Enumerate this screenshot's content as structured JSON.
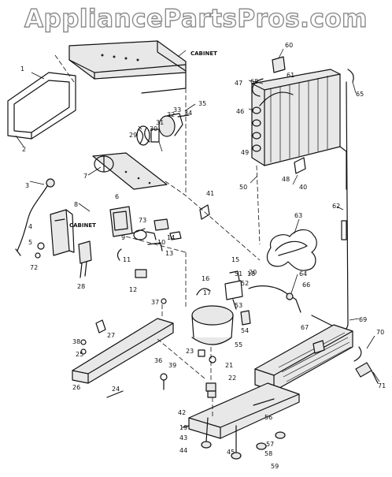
{
  "watermark": "AppliancePartsPros.com",
  "callouts": [
    "1",
    "2",
    "3",
    "4",
    "5",
    "6",
    "7",
    "8",
    "9",
    "10",
    "11",
    "12",
    "13",
    "14",
    "15",
    "16",
    "17",
    "18",
    "19",
    "20",
    "21",
    "22",
    "23",
    "24",
    "25",
    "26",
    "27",
    "28",
    "29",
    "30",
    "31",
    "32",
    "33",
    "34",
    "35",
    "36",
    "37",
    "38",
    "39",
    "40",
    "41",
    "42",
    "43",
    "44",
    "45",
    "46",
    "47",
    "48",
    "49",
    "50",
    "51",
    "52",
    "53",
    "54",
    "55",
    "56",
    "57",
    "58",
    "59",
    "60",
    "61",
    "62",
    "63",
    "64",
    "65",
    "66",
    "67",
    "68",
    "69",
    "70",
    "71",
    "72",
    "73"
  ],
  "labels": {
    "cabinet_top": "CABINET",
    "cabinet_left": "CABINET"
  }
}
